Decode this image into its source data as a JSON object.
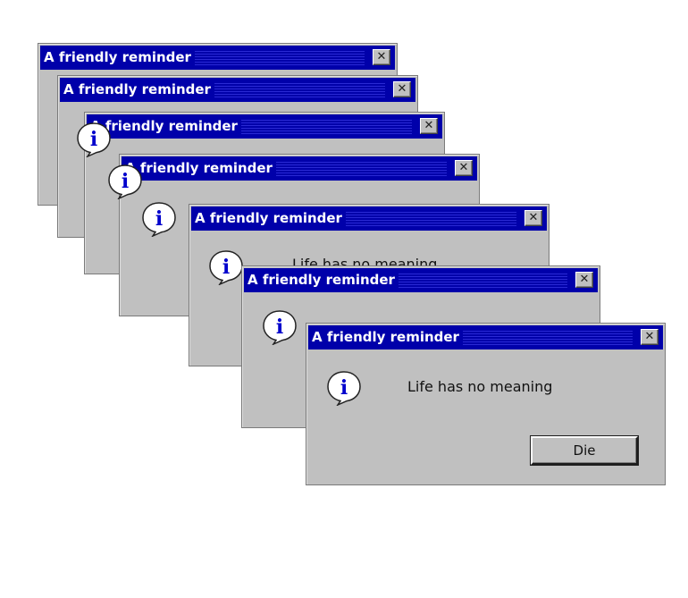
{
  "dialogs": [
    {
      "title": "A friendly reminder"
    },
    {
      "title": "A friendly reminder"
    },
    {
      "title": "A friendly reminder"
    },
    {
      "title": "A friendly reminder"
    },
    {
      "title": "A friendly reminder",
      "message": "Life has no meaning"
    },
    {
      "title": "A friendly reminder"
    },
    {
      "title": "A friendly reminder",
      "message": "Life has no meaning",
      "button_label": "Die"
    }
  ],
  "close_glyph": "✕",
  "icon": "info-icon",
  "colors": {
    "titlebar": "#0000aa",
    "dialog_face": "#c0c0c0",
    "title_text": "#ffffff"
  }
}
